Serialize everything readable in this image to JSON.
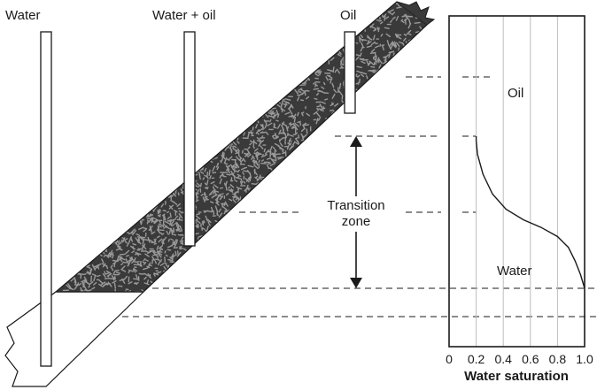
{
  "labels": {
    "well_water": "Water",
    "well_water_oil": "Water + oil",
    "well_oil": "Oil",
    "transition_line1": "Transition",
    "transition_line2": "zone",
    "region_oil": "Oil",
    "region_water": "Water"
  },
  "chart_data": {
    "type": "line",
    "xlabel": "Water saturation",
    "xlim": [
      0,
      1.0
    ],
    "x_ticks": [
      "0",
      "0.2",
      "0.4",
      "0.6",
      "0.8",
      "1.0"
    ],
    "grid": true,
    "series": [
      {
        "x": [
          0.2,
          0.2,
          0.21,
          0.25,
          0.32,
          0.42,
          0.55,
          0.68,
          0.8,
          0.88,
          0.93,
          0.97,
          1.0
        ],
        "depth_fraction": [
          0.0,
          0.03,
          0.12,
          0.25,
          0.38,
          0.48,
          0.55,
          0.6,
          0.66,
          0.73,
          0.82,
          0.91,
          1.0
        ]
      }
    ]
  },
  "colors": {
    "rock_fill": "#3a3a3a",
    "rock_speckle": "#9a9a9a",
    "ink": "#1a1a1a",
    "grid": "#bdbdbd"
  },
  "icons": {
    "transition_arrow": "double-headed-vertical-arrow"
  }
}
